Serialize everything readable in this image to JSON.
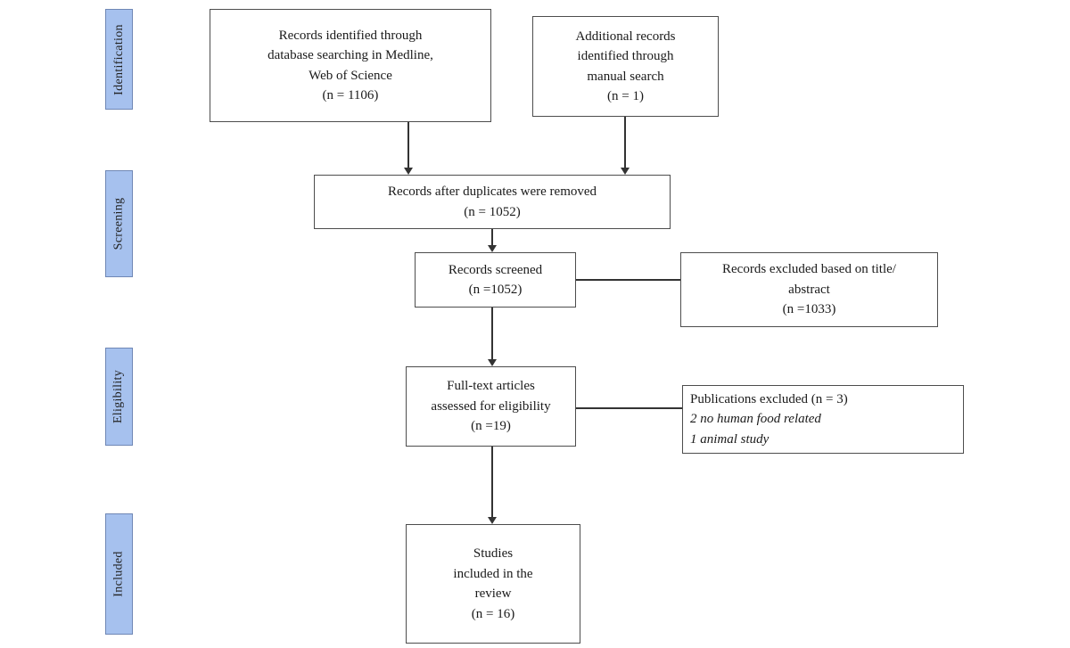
{
  "diagram": {
    "type": "prisma-flow",
    "colors": {
      "stage_fill": "#a6c1ee",
      "stage_border": "#6f87b5",
      "box_border": "#4d4d4d",
      "arrow": "#333333",
      "background": "#ffffff"
    }
  },
  "stages": [
    {
      "label": "Identification"
    },
    {
      "label": "Screening"
    },
    {
      "label": "Eligibility"
    },
    {
      "label": "Included"
    }
  ],
  "boxes": {
    "db_search": {
      "text": "Records identified through\ndatabase searching in Medline,\nWeb of Science\n(n = 1106)"
    },
    "manual_search": {
      "text": "Additional records\nidentified through\nmanual search\n(n = 1)"
    },
    "duplicates_removed": {
      "text": "Records after duplicates were removed\n(n = 1052)"
    },
    "records_screened": {
      "text": "Records screened\n(n =1052)"
    },
    "excluded_title_abstract": {
      "text": "Records excluded based on title/\nabstract\n(n =1033)"
    },
    "fulltext_assessed": {
      "text": "Full-text articles\nassessed for eligibility\n(n =19)"
    },
    "publications_excluded": {
      "line1": "Publications excluded (n = 3)",
      "line2": "2 no human food related",
      "line3": "1 animal study"
    },
    "studies_included": {
      "text": "Studies\nincluded in the\nreview\n(n = 16)"
    }
  }
}
